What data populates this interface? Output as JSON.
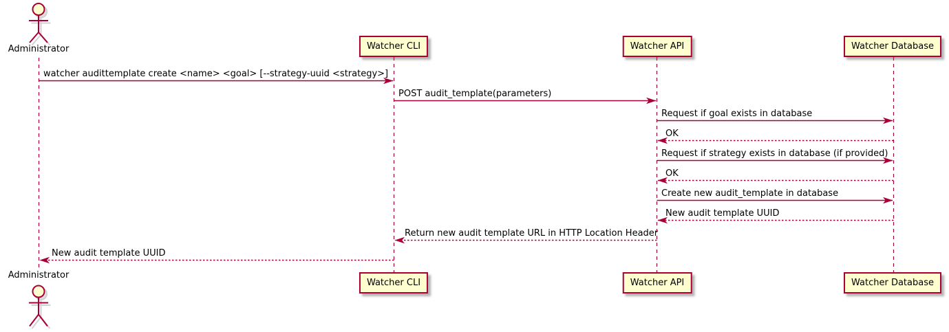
{
  "diagram": {
    "type": "sequence-diagram",
    "accent_color": "#A80036",
    "participant_fill": "#FEFECE",
    "actor": {
      "label": "Administrator"
    },
    "participants": [
      {
        "label": "Watcher CLI"
      },
      {
        "label": "Watcher API"
      },
      {
        "label": "Watcher Database"
      }
    ],
    "messages": [
      {
        "from": "Administrator",
        "to": "Watcher CLI",
        "line": "solid",
        "text": "watcher audittemplate create <name> <goal> [--strategy-uuid <strategy>]"
      },
      {
        "from": "Watcher CLI",
        "to": "Watcher API",
        "line": "solid",
        "text": "POST audit_template(parameters)"
      },
      {
        "from": "Watcher API",
        "to": "Watcher Database",
        "line": "solid",
        "text": "Request if goal exists in database"
      },
      {
        "from": "Watcher Database",
        "to": "Watcher API",
        "line": "dashed",
        "text": "OK"
      },
      {
        "from": "Watcher API",
        "to": "Watcher Database",
        "line": "solid",
        "text": "Request if strategy exists in database (if provided)"
      },
      {
        "from": "Watcher Database",
        "to": "Watcher API",
        "line": "dashed",
        "text": "OK"
      },
      {
        "from": "Watcher API",
        "to": "Watcher Database",
        "line": "solid",
        "text": "Create new audit_template in database"
      },
      {
        "from": "Watcher Database",
        "to": "Watcher API",
        "line": "dashed",
        "text": "New audit template UUID"
      },
      {
        "from": "Watcher API",
        "to": "Watcher CLI",
        "line": "dashed",
        "text": "Return new audit template URL in HTTP Location Header"
      },
      {
        "from": "Watcher CLI",
        "to": "Administrator",
        "line": "dashed",
        "text": "New audit template UUID"
      }
    ]
  }
}
